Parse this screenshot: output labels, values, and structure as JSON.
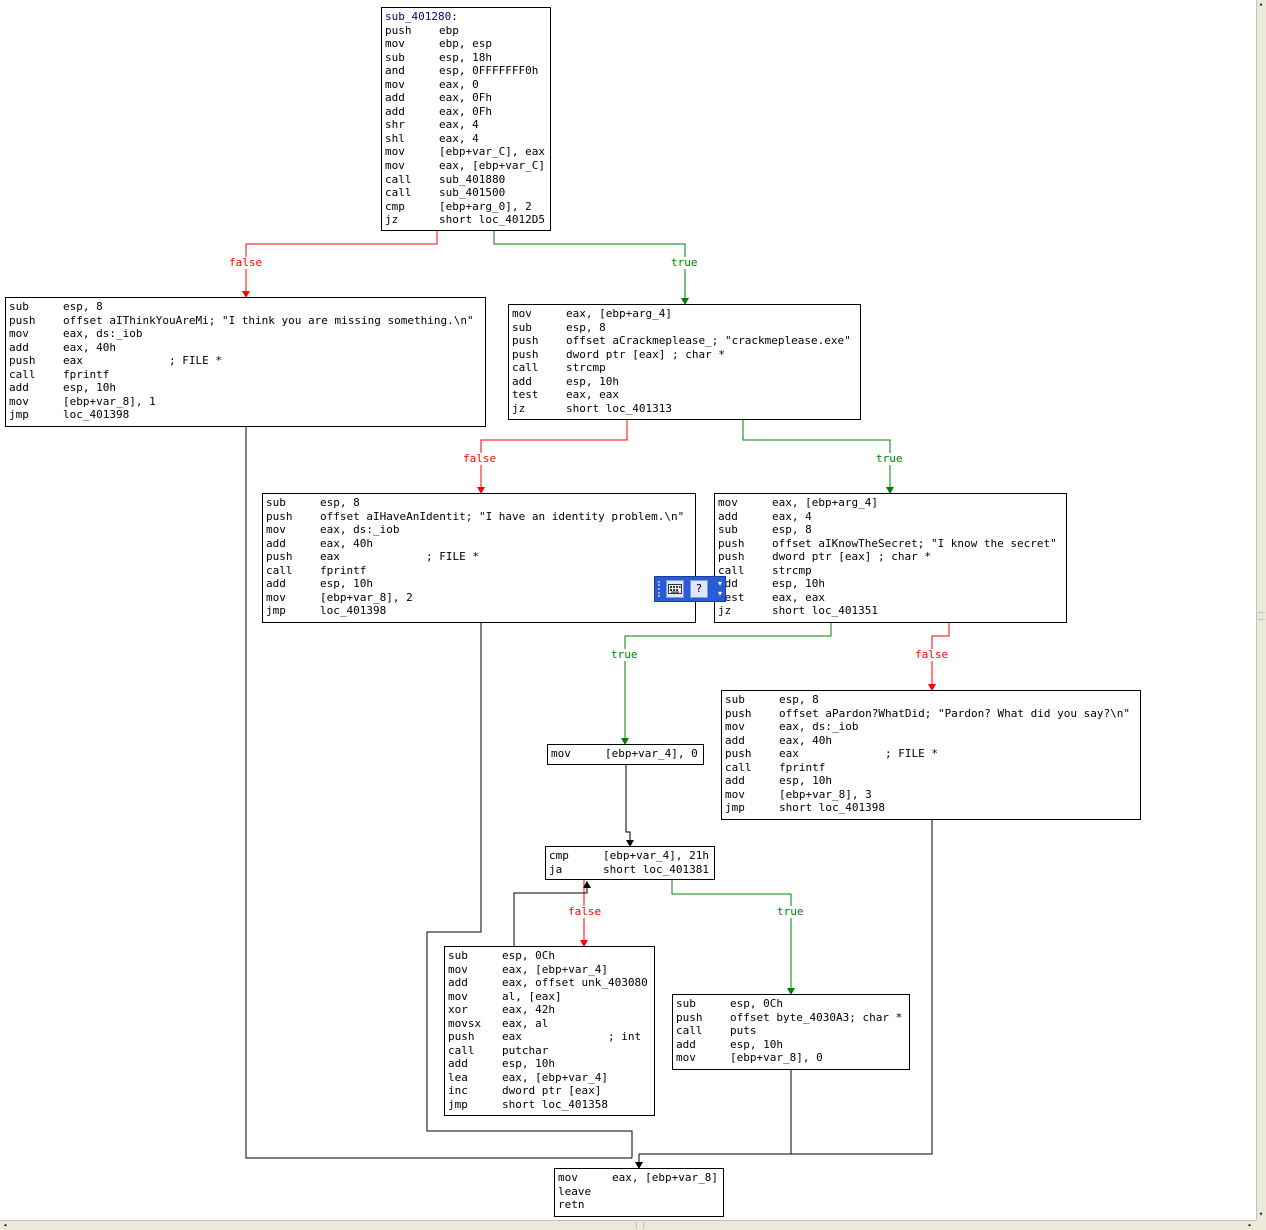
{
  "graph": {
    "blocks": [
      {
        "id": "entry",
        "lines": [
          {
            "label": "sub_401280:"
          },
          {
            "m": "push",
            "o": "ebp"
          },
          {
            "m": "mov",
            "o": "ebp, esp"
          },
          {
            "m": "sub",
            "o": "esp, 18h"
          },
          {
            "m": "and",
            "o": "esp, 0FFFFFFF0h"
          },
          {
            "m": "mov",
            "o": "eax, 0"
          },
          {
            "m": "add",
            "o": "eax, 0Fh"
          },
          {
            "m": "add",
            "o": "eax, 0Fh"
          },
          {
            "m": "shr",
            "o": "eax, 4"
          },
          {
            "m": "shl",
            "o": "eax, 4"
          },
          {
            "m": "mov",
            "o": "[ebp+var_C], eax"
          },
          {
            "m": "mov",
            "o": "eax, [ebp+var_C]"
          },
          {
            "m": "call",
            "o": "sub_401880"
          },
          {
            "m": "call",
            "o": "sub_401500"
          },
          {
            "m": "cmp",
            "o": "[ebp+arg_0], 2"
          },
          {
            "m": "jz",
            "o": "short loc_4012D5"
          }
        ]
      },
      {
        "id": "missing",
        "lines": [
          {
            "m": "sub",
            "o": "esp, 8"
          },
          {
            "m": "push",
            "o": "offset aIThinkYouAreMi; \"I think you are missing something.\\n\""
          },
          {
            "m": "mov",
            "o": "eax, ds:_iob"
          },
          {
            "m": "add",
            "o": "eax, 40h"
          },
          {
            "m": "push",
            "o": "eax             ; FILE *"
          },
          {
            "m": "call",
            "o": "fprintf"
          },
          {
            "m": "add",
            "o": "esp, 10h"
          },
          {
            "m": "mov",
            "o": "[ebp+var_8], 1"
          },
          {
            "m": "jmp",
            "o": "loc_401398"
          }
        ]
      },
      {
        "id": "cmpname",
        "lines": [
          {
            "m": "mov",
            "o": "eax, [ebp+arg_4]"
          },
          {
            "m": "sub",
            "o": "esp, 8"
          },
          {
            "m": "push",
            "o": "offset aCrackmeplease_; \"crackmeplease.exe\""
          },
          {
            "m": "push",
            "o": "dword ptr [eax] ; char *"
          },
          {
            "m": "call",
            "o": "strcmp"
          },
          {
            "m": "add",
            "o": "esp, 10h"
          },
          {
            "m": "test",
            "o": "eax, eax"
          },
          {
            "m": "jz",
            "o": "short loc_401313"
          }
        ]
      },
      {
        "id": "identity",
        "lines": [
          {
            "m": "sub",
            "o": "esp, 8"
          },
          {
            "m": "push",
            "o": "offset aIHaveAnIdentit; \"I have an identity problem.\\n\""
          },
          {
            "m": "mov",
            "o": "eax, ds:_iob"
          },
          {
            "m": "add",
            "o": "eax, 40h"
          },
          {
            "m": "push",
            "o": "eax             ; FILE *"
          },
          {
            "m": "call",
            "o": "fprintf"
          },
          {
            "m": "add",
            "o": "esp, 10h"
          },
          {
            "m": "mov",
            "o": "[ebp+var_8], 2"
          },
          {
            "m": "jmp",
            "o": "loc_401398"
          }
        ]
      },
      {
        "id": "secret",
        "lines": [
          {
            "m": "mov",
            "o": "eax, [ebp+arg_4]"
          },
          {
            "m": "add",
            "o": "eax, 4"
          },
          {
            "m": "sub",
            "o": "esp, 8"
          },
          {
            "m": "push",
            "o": "offset aIKnowTheSecret; \"I know the secret\""
          },
          {
            "m": "push",
            "o": "dword ptr [eax] ; char *"
          },
          {
            "m": "call",
            "o": "strcmp"
          },
          {
            "m": "add",
            "o": "esp, 10h"
          },
          {
            "m": "test",
            "o": "eax, eax"
          },
          {
            "m": "jz",
            "o": "short loc_401351"
          }
        ]
      },
      {
        "id": "pardon",
        "lines": [
          {
            "m": "sub",
            "o": "esp, 8"
          },
          {
            "m": "push",
            "o": "offset aPardon?WhatDid; \"Pardon? What did you say?\\n\""
          },
          {
            "m": "mov",
            "o": "eax, ds:_iob"
          },
          {
            "m": "add",
            "o": "eax, 40h"
          },
          {
            "m": "push",
            "o": "eax             ; FILE *"
          },
          {
            "m": "call",
            "o": "fprintf"
          },
          {
            "m": "add",
            "o": "esp, 10h"
          },
          {
            "m": "mov",
            "o": "[ebp+var_8], 3"
          },
          {
            "m": "jmp",
            "o": "short loc_401398"
          }
        ]
      },
      {
        "id": "zero",
        "lines": [
          {
            "m": "mov",
            "o": "[ebp+var_4], 0"
          }
        ]
      },
      {
        "id": "loopcmp",
        "lines": [
          {
            "m": "cmp",
            "o": "[ebp+var_4], 21h"
          },
          {
            "m": "ja",
            "o": "short loc_401381"
          }
        ]
      },
      {
        "id": "loopbody",
        "lines": [
          {
            "m": "sub",
            "o": "esp, 0Ch"
          },
          {
            "m": "mov",
            "o": "eax, [ebp+var_4]"
          },
          {
            "m": "add",
            "o": "eax, offset unk_403080"
          },
          {
            "m": "mov",
            "o": "al, [eax]"
          },
          {
            "m": "xor",
            "o": "eax, 42h"
          },
          {
            "m": "movsx",
            "o": "eax, al"
          },
          {
            "m": "push",
            "o": "eax             ; int"
          },
          {
            "m": "call",
            "o": "putchar"
          },
          {
            "m": "add",
            "o": "esp, 10h"
          },
          {
            "m": "lea",
            "o": "eax, [ebp+var_4]"
          },
          {
            "m": "inc",
            "o": "dword ptr [eax]"
          },
          {
            "m": "jmp",
            "o": "short loc_401358"
          }
        ]
      },
      {
        "id": "puts",
        "lines": [
          {
            "m": "sub",
            "o": "esp, 0Ch"
          },
          {
            "m": "push",
            "o": "offset byte_4030A3; char *"
          },
          {
            "m": "call",
            "o": "puts"
          },
          {
            "m": "add",
            "o": "esp, 10h"
          },
          {
            "m": "mov",
            "o": "[ebp+var_8], 0"
          }
        ]
      },
      {
        "id": "exit",
        "lines": [
          {
            "m": "mov",
            "o": "eax, [ebp+var_8]"
          },
          {
            "m": "leave",
            "o": ""
          },
          {
            "m": "retn",
            "o": ""
          }
        ]
      }
    ],
    "edge_labels": {
      "true": "true",
      "false": "false"
    },
    "colors": {
      "true_edge": "#008000",
      "false_edge": "#ff0000",
      "normal_edge": "#000000",
      "label_text": "#000080"
    }
  },
  "toolbar": {
    "keyboard_icon": "keyboard-icon",
    "help_label": "?",
    "chevron": "▾"
  }
}
